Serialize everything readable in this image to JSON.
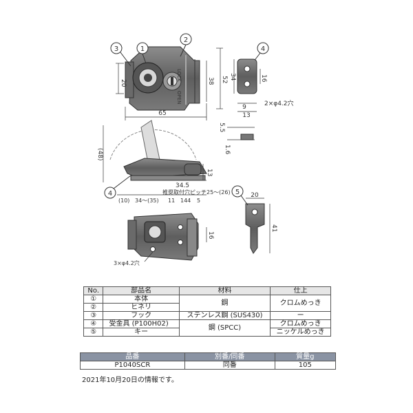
{
  "callouts": [
    "①",
    "②",
    "③",
    "④",
    "⑤"
  ],
  "balloons": [
    "1",
    "2",
    "3",
    "4",
    "5"
  ],
  "dims": {
    "w65": "65",
    "h20": "20",
    "h38": "38",
    "h52": "52",
    "k34": "34",
    "k16": "16",
    "k9": "9",
    "k13": "13",
    "hole2": "2×φ4.2穴",
    "s55": "5.5",
    "s16": "1.6",
    "h48": "(48)",
    "h13": "13",
    "d345": "34.5",
    "pitch": "推奨取付穴ピッチ25～(26)",
    "b10": "(10)",
    "b34": "34～(35)",
    "b11": "11",
    "b144": "144",
    "b5": "5",
    "f16": "16",
    "hole3": "3×φ4.2穴",
    "key20": "20",
    "key41": "41",
    "lock": "LOCK",
    "open": "OPEN"
  },
  "parts_table": {
    "headers": [
      "No.",
      "部品名",
      "材料",
      "仕上"
    ],
    "rows": [
      {
        "no": "①",
        "name": "本体",
        "material": "鋼",
        "finish": "クロムめっき"
      },
      {
        "no": "②",
        "name": "ヒネリ",
        "material": "",
        "finish": ""
      },
      {
        "no": "③",
        "name": "フック",
        "material": "ステンレス鋼 (SUS430)",
        "finish": "ー"
      },
      {
        "no": "④",
        "name": "受金具 (P100H02)",
        "material": "鋼 (SPCC)",
        "finish": "クロムめっき"
      },
      {
        "no": "⑤",
        "name": "キー",
        "material": "",
        "finish": "ニッケルめっき"
      }
    ]
  },
  "product_table": {
    "headers": [
      "品番",
      "別番/同番",
      "質量g"
    ],
    "row": {
      "code": "P1040SCR",
      "alt": "同番",
      "mass": "105"
    }
  },
  "note": "2021年10月20日の情報です。"
}
